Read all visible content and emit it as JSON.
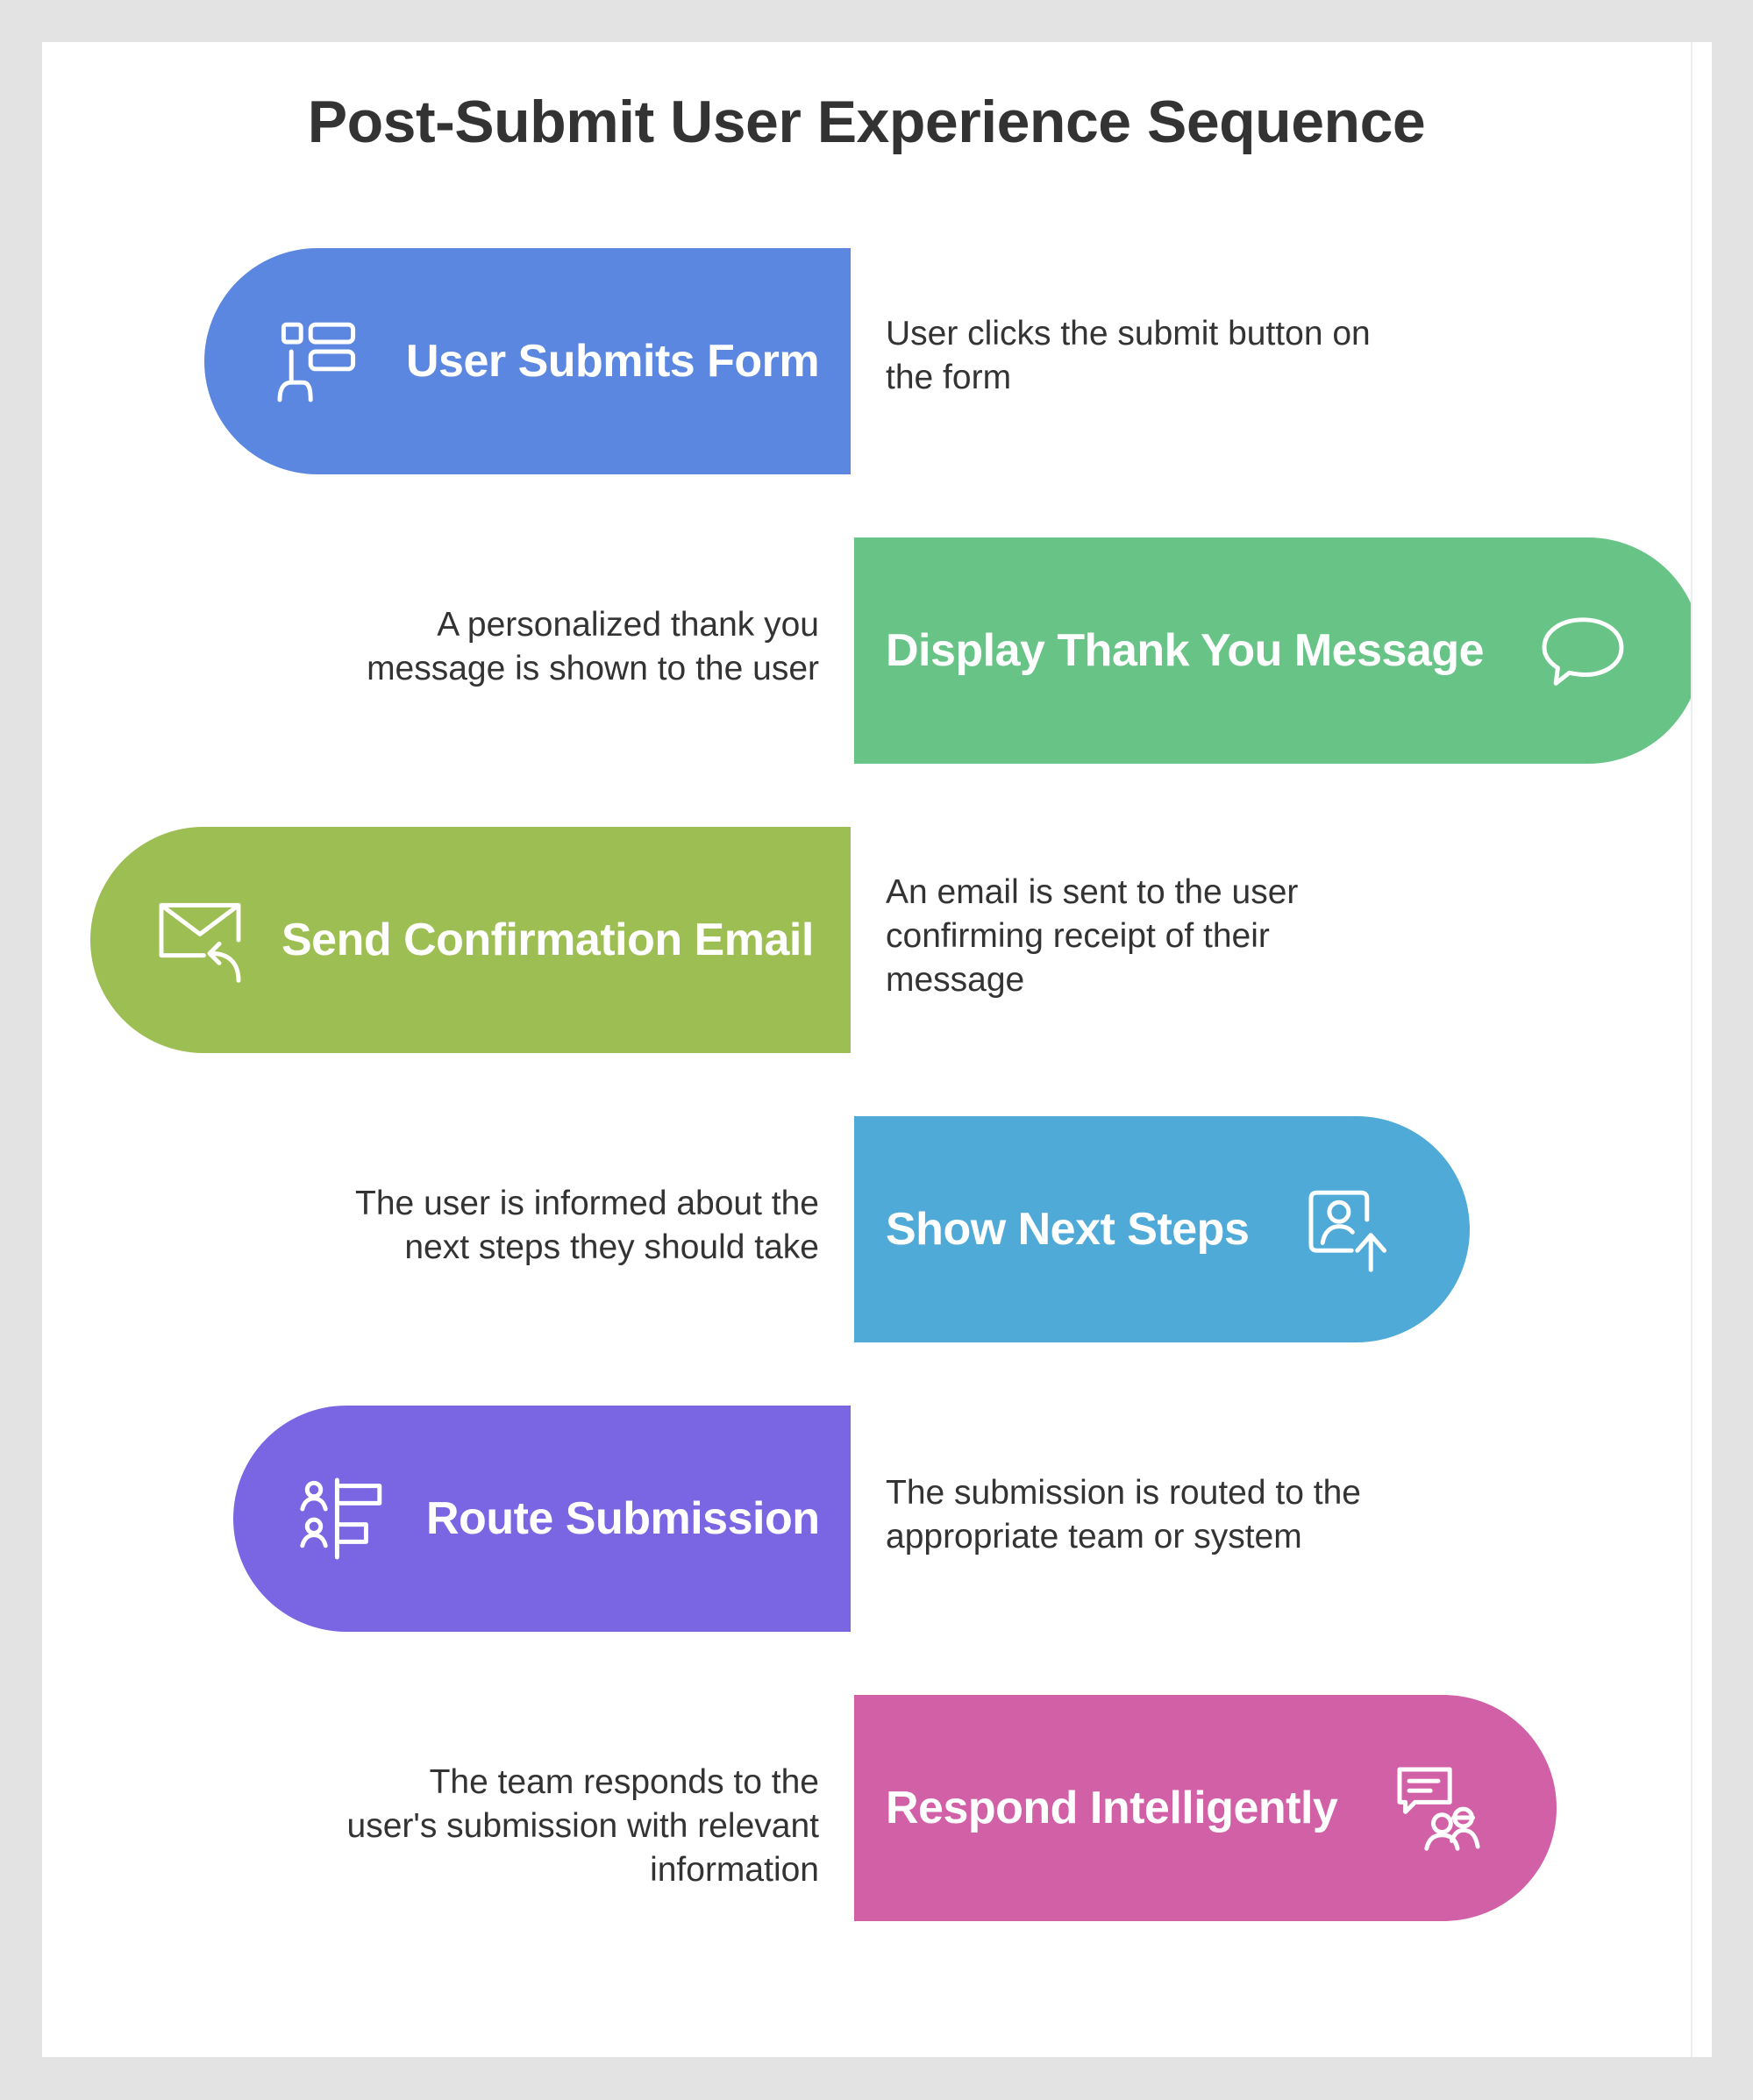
{
  "title": "Post-Submit User Experience Sequence",
  "colors": {
    "step1": "#5b87e0",
    "step2": "#67c386",
    "step3": "#9dbe52",
    "step4": "#4faad8",
    "step5": "#7a66e3",
    "step6": "#d160a6"
  },
  "steps": [
    {
      "label": "User Submits Form",
      "icon": "form-tap-icon",
      "description": "User clicks the submit button on the form"
    },
    {
      "label": "Display Thank You Message",
      "icon": "speech-bubble-icon",
      "description": "A personalized thank you message is shown to the user"
    },
    {
      "label": "Send Confirmation Email",
      "icon": "email-reply-icon",
      "description": "An email is sent to the user confirming receipt of their message"
    },
    {
      "label": "Show Next Steps",
      "icon": "user-upload-icon",
      "description": "The user is informed about the next steps they should take"
    },
    {
      "label": "Route Submission",
      "icon": "people-routing-icon",
      "description": "The submission is routed to the appropriate team or system"
    },
    {
      "label": "Respond Intelligently",
      "icon": "team-chat-icon",
      "description": "The team responds to the user's submission with relevant information"
    }
  ]
}
